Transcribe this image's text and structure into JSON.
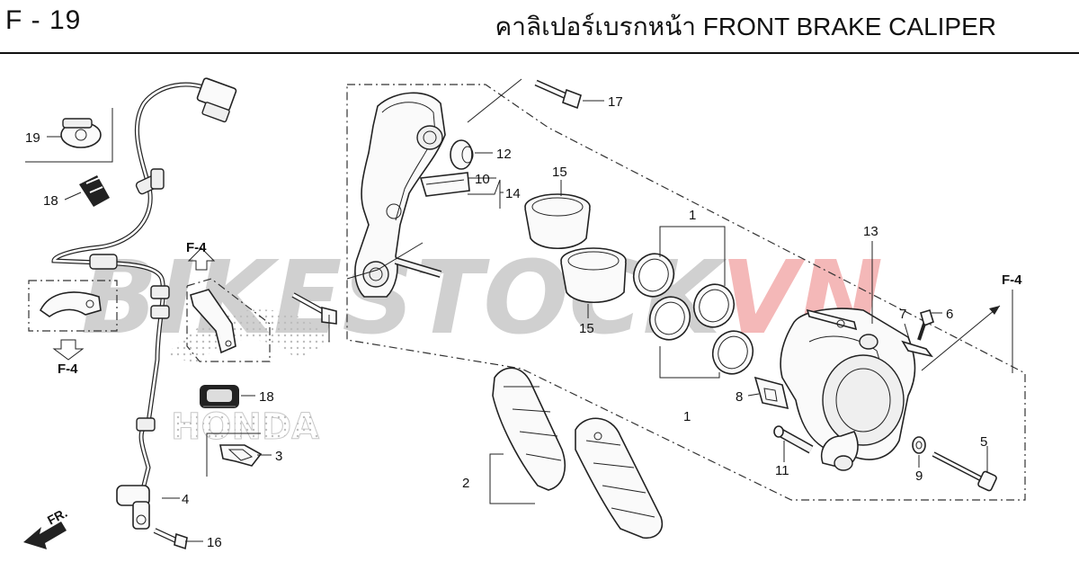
{
  "header": {
    "code": "F - 19",
    "title": "คาลิเปอร์เบรกหน้า  FRONT BRAKE CALIPER"
  },
  "watermark": {
    "text_prefix": "BIKESTOCK",
    "text_suffix": "VN",
    "logo_text": "HONDA",
    "color_gray": "#d0d0d0",
    "color_red": "#f4b8b8"
  },
  "direction_marker": "FR.",
  "references": {
    "f4_top_left": "F-4",
    "f4_bottom_left": "F-4",
    "f4_right": "F-4"
  },
  "callouts": {
    "c1_top": "1",
    "c1_bottom": "1",
    "c2": "2",
    "c3": "3",
    "c4": "4",
    "c5": "5",
    "c6": "6",
    "c7": "7",
    "c8": "8",
    "c9": "9",
    "c10": "10",
    "c11": "11",
    "c12": "12",
    "c13": "13",
    "c14": "14",
    "c15_top": "15",
    "c15_bottom": "15",
    "c16": "16",
    "c17": "17",
    "c18_upper": "18",
    "c18_lower": "18",
    "c19": "19"
  },
  "colors": {
    "line": "#111111",
    "background": "#ffffff"
  }
}
